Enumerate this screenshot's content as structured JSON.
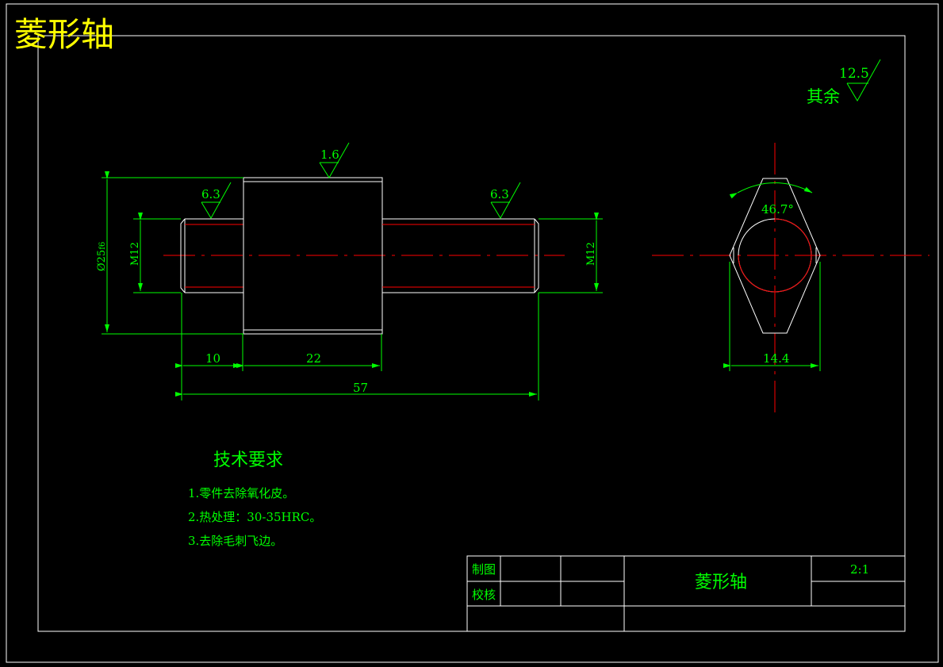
{
  "title": "菱形轴",
  "surface": {
    "rest_value": "12.5",
    "rest_label": "其余",
    "body_value": "1.6",
    "left_thread_value": "6.3",
    "right_thread_value": "6.3"
  },
  "dims": {
    "dia_body": "Ø25",
    "dia_body_tol": "f6",
    "thread_left": "M12",
    "thread_right": "M12",
    "len_thread": "10",
    "len_body": "22",
    "len_total": "57",
    "angle": "46.7°",
    "width_flat": "14.4"
  },
  "tech": {
    "heading": "技术要求",
    "items": [
      "1.零件去除氧化皮。",
      "2.热处理：30-35HRC。",
      "3.去除毛刺飞边。"
    ]
  },
  "title_block": {
    "made_by": "制图",
    "checked_by": "校核",
    "part_name": "菱形轴",
    "scale": "2:1"
  },
  "colors": {
    "outline": "#ffffff",
    "dimension": "#00ff00",
    "center": "#ff0000",
    "title": "#ffff00"
  }
}
